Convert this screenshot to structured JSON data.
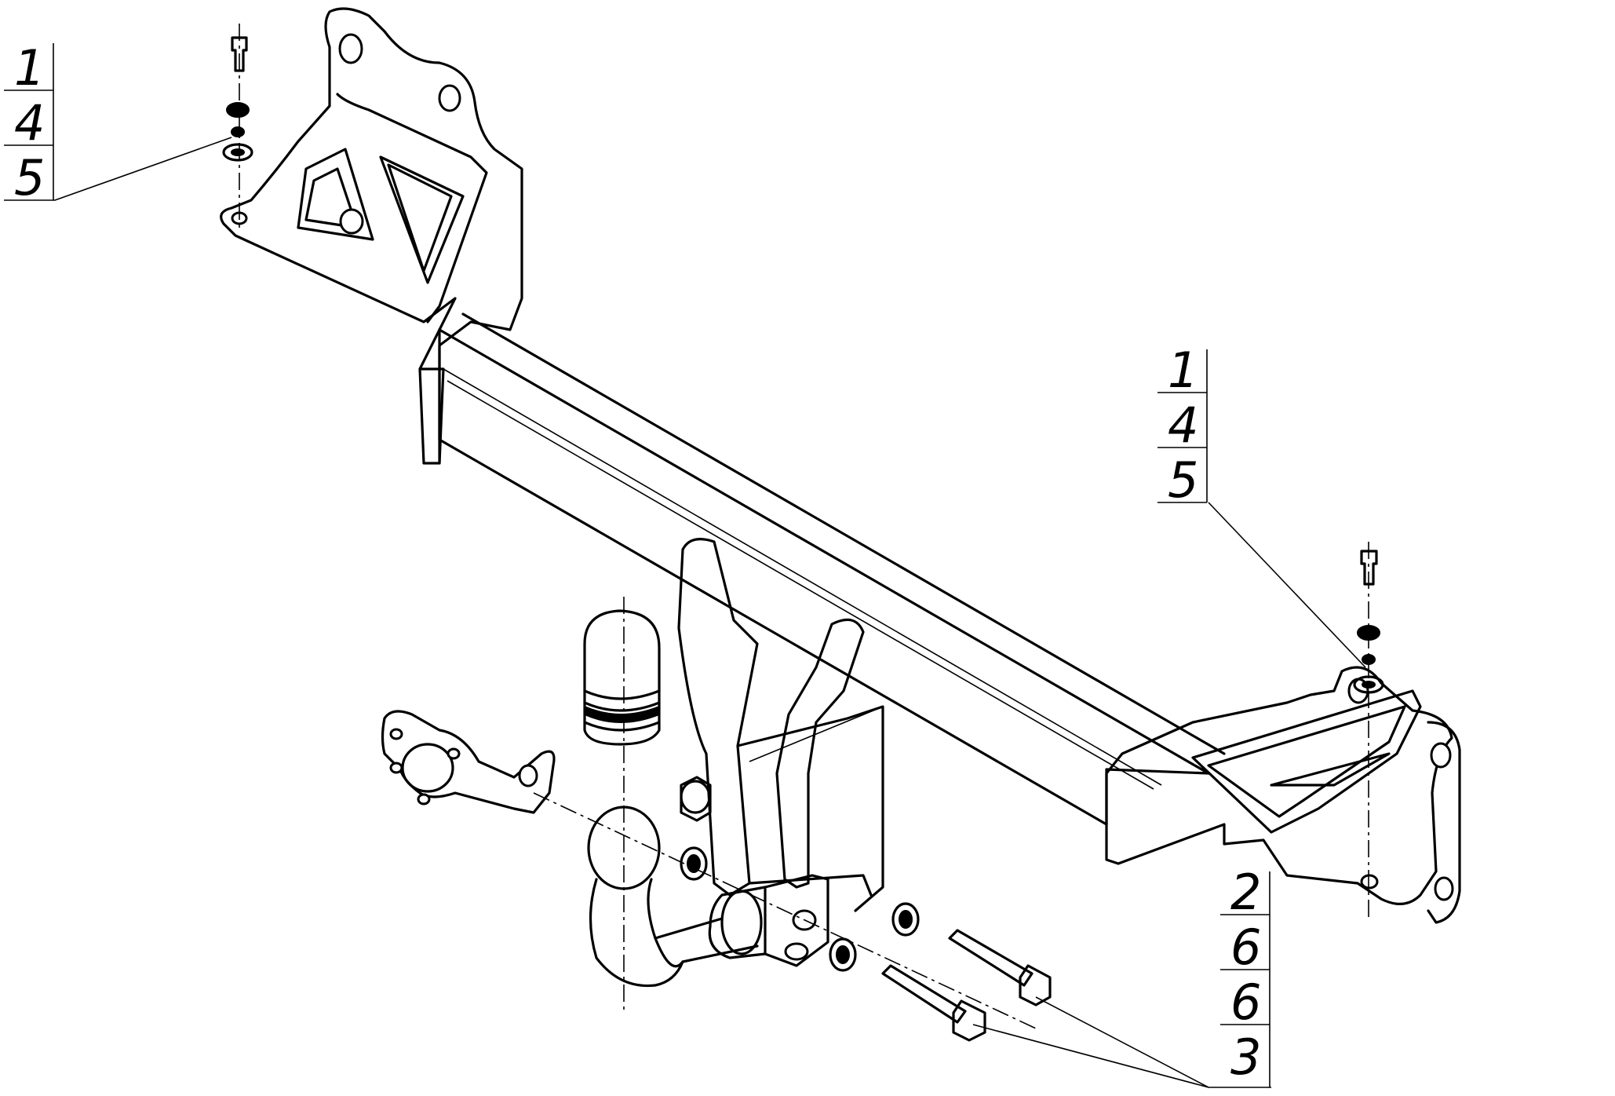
{
  "callouts": {
    "left": [
      "1",
      "4",
      "5"
    ],
    "right": [
      "1",
      "4",
      "5"
    ],
    "bottom": [
      "2",
      "6",
      "6",
      "3"
    ]
  }
}
